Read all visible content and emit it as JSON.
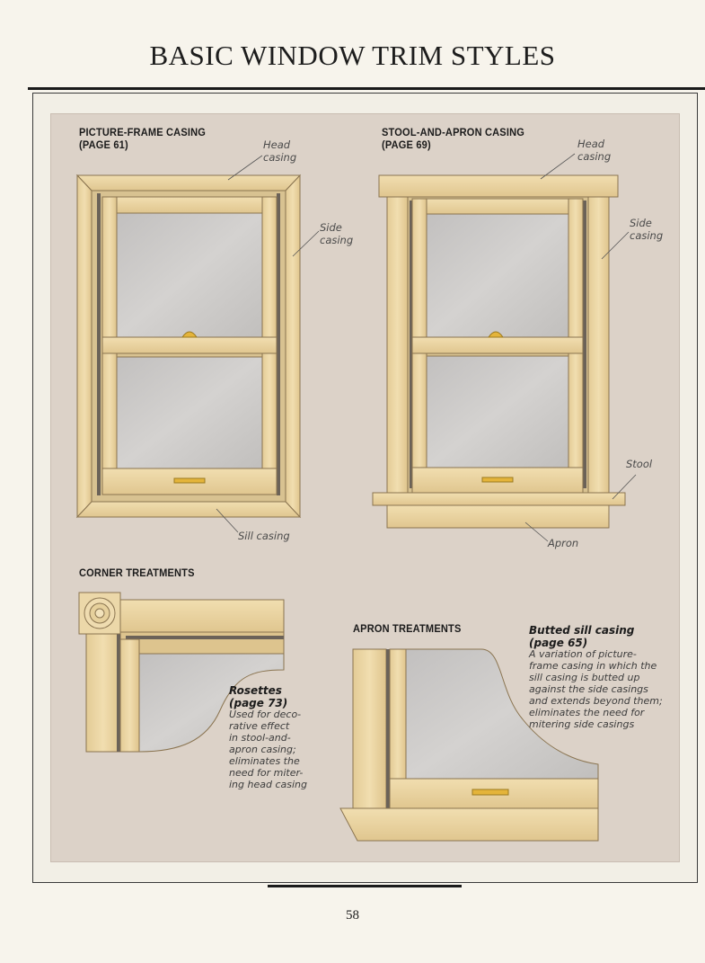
{
  "page": {
    "title": "BASIC WINDOW TRIM STYLES",
    "page_number": "58"
  },
  "picture_frame": {
    "heading_line1": "PICTURE-FRAME CASING",
    "heading_line2": "(PAGE 61)",
    "head_casing_line1": "Head",
    "head_casing_line2": "casing",
    "side_casing_line1": "Side",
    "side_casing_line2": "casing",
    "sill_casing": "Sill casing"
  },
  "stool_apron": {
    "heading_line1": "STOOL-AND-APRON CASING",
    "heading_line2": "(PAGE 69)",
    "head_casing_line1": "Head",
    "head_casing_line2": "casing",
    "side_casing_line1": "Side",
    "side_casing_line2": "casing",
    "stool": "Stool",
    "apron": "Apron"
  },
  "corner": {
    "heading": "CORNER TREATMENTS",
    "rosettes_title_line1": "Rosettes",
    "rosettes_title_line2": "(page 73)",
    "rosettes_body": "Used for deco-\nrative effect\nin stool-and-\napron casing;\neliminates the\nneed for miter-\ning head casing"
  },
  "apron_treatments": {
    "heading": "APRON TREATMENTS",
    "butted_title_line1": "Butted sill casing",
    "butted_title_line2": "(page 65)",
    "butted_body": "A variation of picture-\nframe casing in which the\nsill casing is butted up\nagainst the side casings\nand extends beyond them;\neliminates the need for\nmitering side casings"
  },
  "colors": {
    "wood": "#ecd7a6",
    "wood_dark": "#d9bd83",
    "glass": "#c7c4c2",
    "panel": "#dcd2c8",
    "brass": "#e4b43a"
  }
}
